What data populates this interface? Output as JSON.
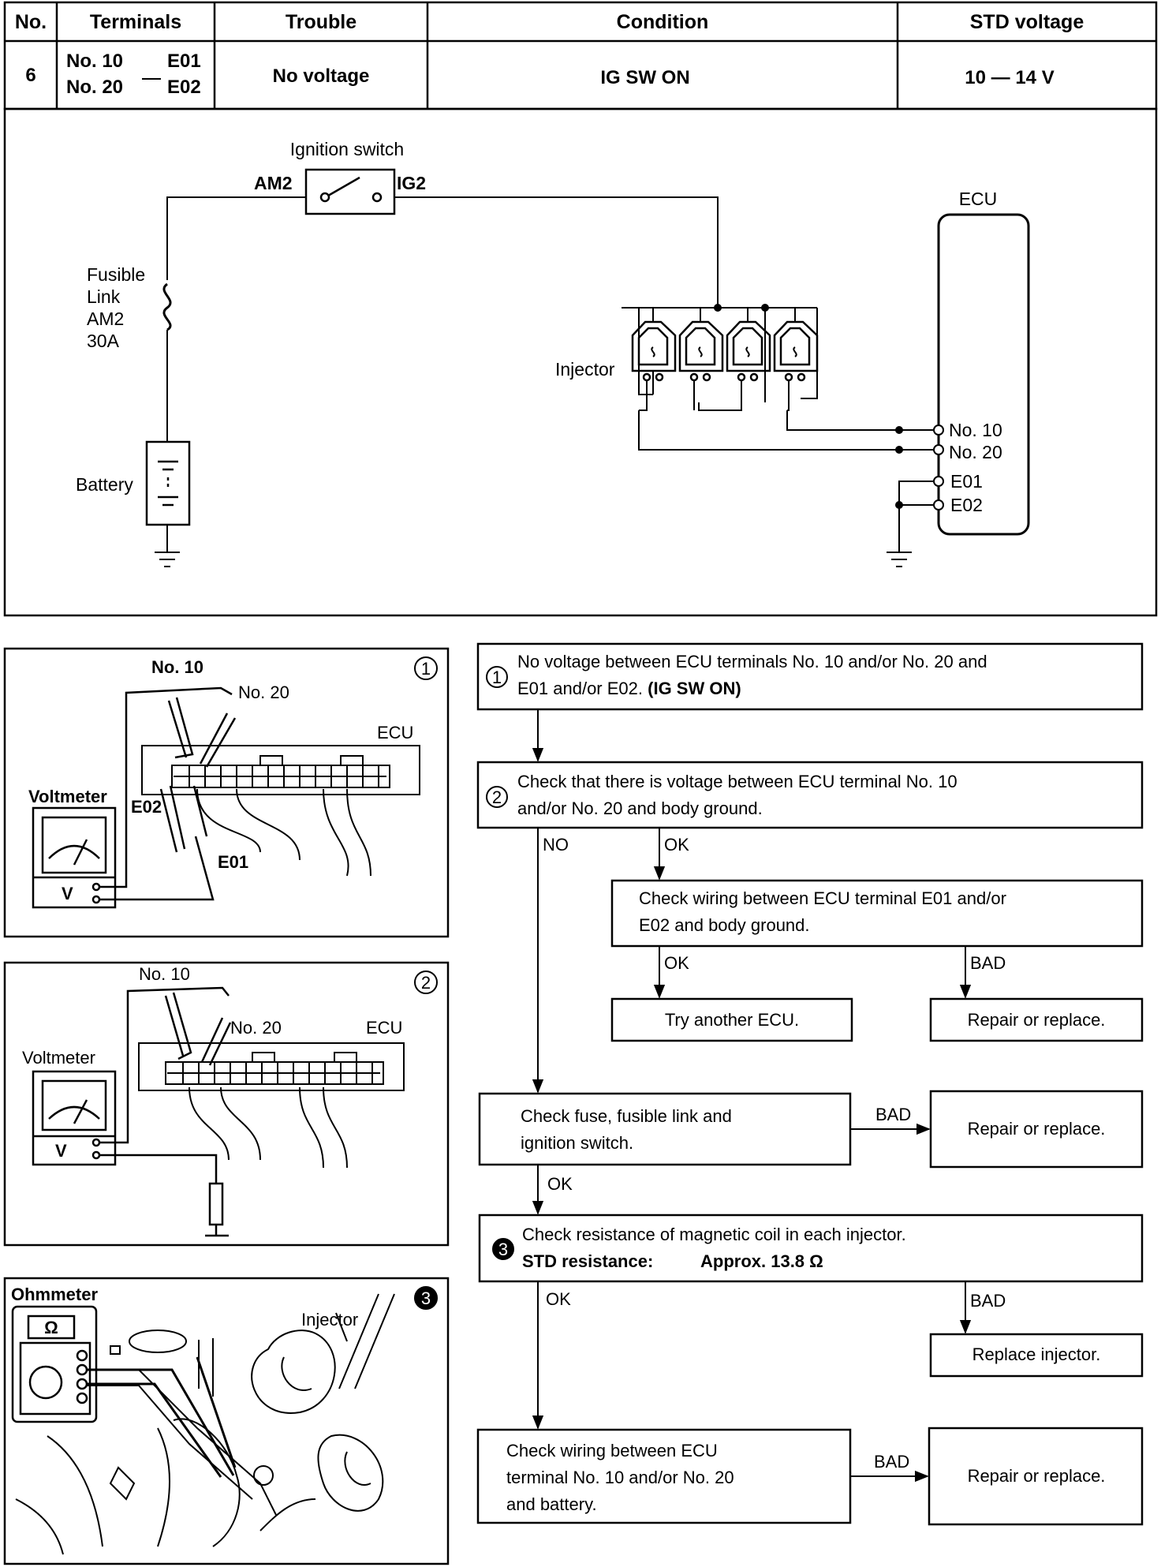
{
  "table": {
    "headers": [
      "No.",
      "Terminals",
      "Trouble",
      "Condition",
      "STD voltage"
    ],
    "row": {
      "no": "6",
      "terminal_a1": "No. 10",
      "terminal_b1": "E01",
      "terminal_a2": "No. 20",
      "terminal_b2": "E02",
      "trouble": "No voltage",
      "condition": "IG SW ON",
      "std_voltage": "10 — 14 V"
    }
  },
  "circuit": {
    "ignition_switch": "Ignition switch",
    "am2": "AM2",
    "ig2": "IG2",
    "ecu": "ECU",
    "fusible_link": [
      "Fusible",
      "Link",
      "AM2",
      "30A"
    ],
    "battery": "Battery",
    "injector": "Injector",
    "terminals": [
      "No. 10",
      "No. 20",
      "E01",
      "E02"
    ]
  },
  "figures": {
    "fig1": {
      "num": "1",
      "no10": "No. 10",
      "no20": "No. 20",
      "ecu": "ECU",
      "voltmeter": "Voltmeter",
      "e02": "E02",
      "e01": "E01",
      "v": "V"
    },
    "fig2": {
      "num": "2",
      "no10": "No. 10",
      "no20": "No. 20",
      "ecu": "ECU",
      "voltmeter": "Voltmeter",
      "v": "V"
    },
    "fig3": {
      "num": "3",
      "ohmmeter": "Ohmmeter",
      "omega": "Ω",
      "injector": "Injector"
    }
  },
  "flow": {
    "step1_num": "1",
    "step1_line1": "No voltage between ECU terminals No. 10 and/or No. 20 and",
    "step1_line2": "E01 and/or E02.",
    "step1_bold": "(IG SW ON)",
    "step2_num": "2",
    "step2_line1": "Check that there is voltage between ECU terminal No. 10",
    "step2_line2": "and/or No. 20 and body ground.",
    "no": "NO",
    "ok": "OK",
    "bad": "BAD",
    "wiring_e0_line1": "Check wiring between ECU terminal E01 and/or",
    "wiring_e0_line2": "E02 and body ground.",
    "try_ecu": "Try another ECU.",
    "repair": "Repair or replace.",
    "fuse_line1": "Check fuse, fusible link and",
    "fuse_line2": "ignition switch.",
    "step3_num": "3",
    "step3_line1": "Check resistance of magnetic coil in each injector.",
    "step3_std": "STD resistance:",
    "step3_val": "Approx. 13.8 Ω",
    "replace_injector": "Replace injector.",
    "wiring_batt_line1": "Check wiring between ECU",
    "wiring_batt_line2": "terminal No. 10 and/or No. 20",
    "wiring_batt_line3": "and battery."
  }
}
